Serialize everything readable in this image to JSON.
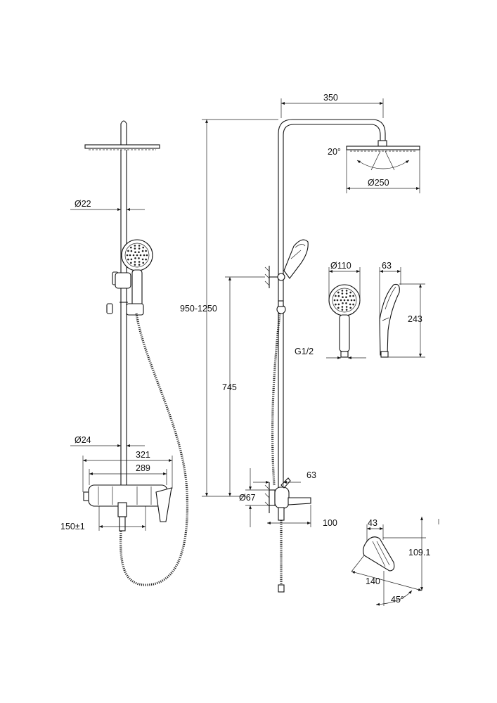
{
  "dimensions": {
    "riser_diameter": "Ø22",
    "pipe_diameter": "Ø24",
    "width_outer": "321",
    "width_inner": "289",
    "wall_spacing": "150±1",
    "height_range": "950-1250",
    "arm_length": "350",
    "head_angle": "20°",
    "head_diameter": "Ø250",
    "handshower_diameter": "Ø110",
    "handshower_depth": "63",
    "handshower_length": "243",
    "thread": "G1/2",
    "bracket_height": "745",
    "flange_diameter": "Ø67",
    "spout_depth": "63",
    "spout_length": "100",
    "lever_width": "43",
    "lever_height": "109.1",
    "lever_length": "140",
    "lever_angle": "45°"
  }
}
